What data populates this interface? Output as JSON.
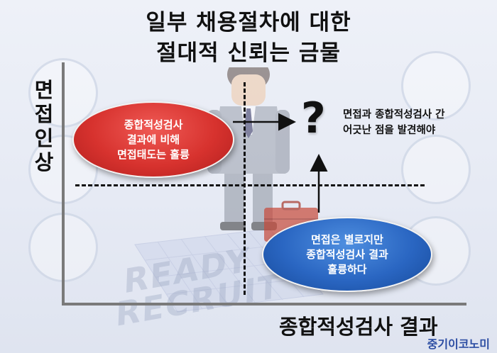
{
  "title": {
    "line1": "일부 채용절차에 대한",
    "line2": "절대적 신뢰는 금물"
  },
  "axes": {
    "y_label": [
      "면",
      "접",
      "인",
      "상"
    ],
    "x_label": "종합적성검사 결과"
  },
  "quadrants": {
    "top_left": [
      "종합적성검사",
      "결과에 비해",
      "면접태도는 훌륭"
    ],
    "bottom_right": [
      "면접은 별로지만",
      "종합적성검사 결과",
      "훌륭하다"
    ],
    "top_right_symbol": "?",
    "top_right_note": [
      "면접과 종합적성검사 간",
      "어긋난 점을 발견해야"
    ]
  },
  "watermark": [
    "READY",
    "RECRUIT"
  ],
  "brand": "중기이코노미",
  "colors": {
    "red_bubble": "#d7322e",
    "blue_bubble": "#2a66c2",
    "brand": "#2d4ea3"
  },
  "icons": [
    "person-illustration",
    "briefcase-icon"
  ]
}
